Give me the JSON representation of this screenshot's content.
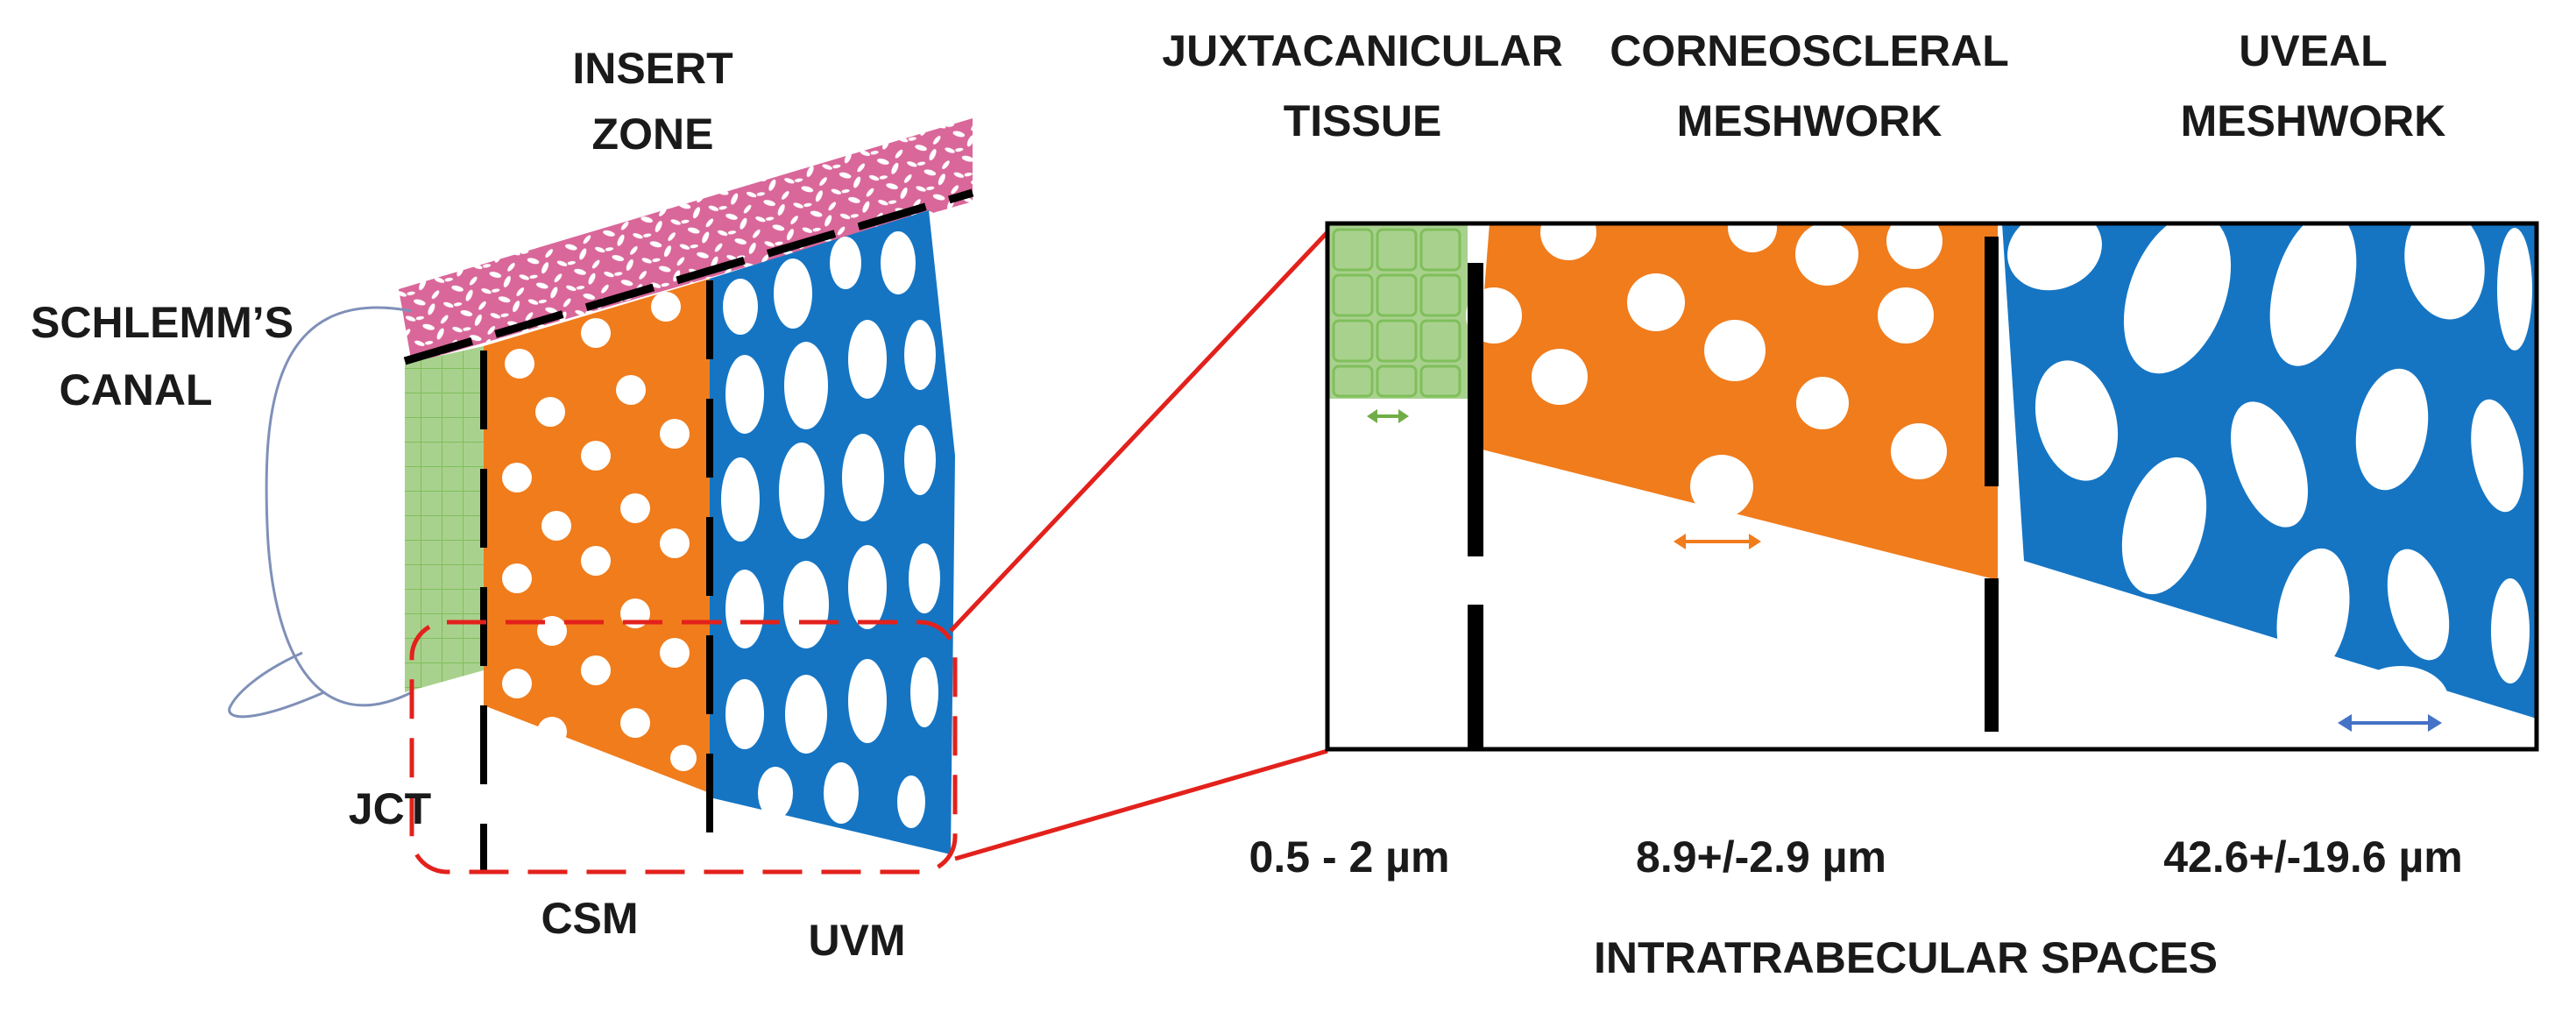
{
  "labels": {
    "insert_zone_line1": "INSERT",
    "insert_zone_line2": "ZONE",
    "schlemm_line1": "SCHLEMM’S",
    "schlemm_line2": "CANAL",
    "jct": "JCT",
    "csm": "CSM",
    "uvm": "UVM",
    "juxta_line1": "JUXTACANICULAR",
    "juxta_line2": "TISSUE",
    "corneo_line1": "CORNEOSCLERAL",
    "corneo_line2": "MESHWORK",
    "uveal_line1": "UVEAL",
    "uveal_line2": "MESHWORK",
    "size_jct": "0.5 - 2 µm",
    "size_csm": "8.9+/-2.9 µm",
    "size_uvm": "42.6+/-19.6 µm",
    "intratrabecular": "INTRATRABECULAR SPACES"
  },
  "colors": {
    "jct_green": "#a9d18e",
    "jct_green_border": "#70ad47",
    "csm_orange": "#f07c1c",
    "uvm_blue": "#1575c3",
    "insert_pink": "#d9679a",
    "canal_outline": "#7f90b8",
    "zoom_red": "#e3211c",
    "arrow_blue": "#4472c4",
    "divider_black": "#000000"
  }
}
